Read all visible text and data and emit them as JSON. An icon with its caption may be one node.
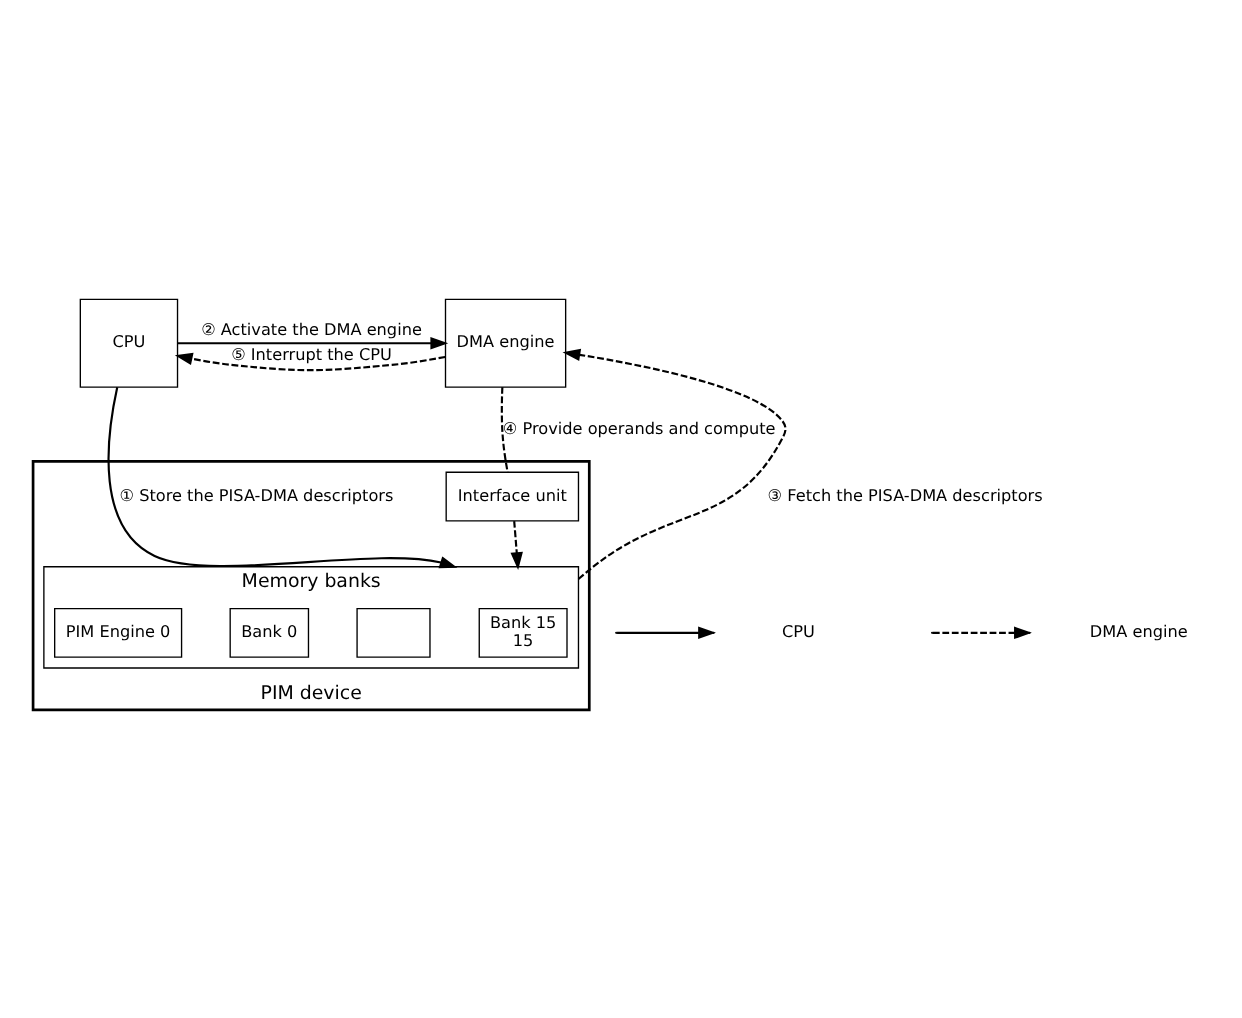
{
  "diagram": {
    "nodes": [
      {
        "text": [
          "CPU"
        ]
      },
      {
        "text": [
          "DMA engine"
        ]
      },
      {
        "text": [
          "PIM device"
        ]
      },
      {
        "text": [
          "Memory banks"
        ],
        "in": 2
      },
      {
        "text": [
          "Bank 15",
          "15"
        ],
        "in": 3
      },
      {
        "text": [],
        "shape": "box",
        "in": 3
      },
      {
        "text": [
          "Bank 0"
        ],
        "in": 3
      },
      {
        "text": [
          "PIM Engine 0"
        ],
        "in": 3
      },
      {
        "text": [
          "Interface unit"
        ],
        "in": 2
      }
    ],
    "edges": [
      {
        "from": 1,
        "to": 0,
        "arrow": "to",
        "style": "dashed",
        "label": "⑤ Interrupt the CPU"
      },
      {
        "from": 0,
        "to": 1,
        "arrow": "to",
        "label": "② Activate the DMA engine"
      },
      {
        "from": 0,
        "to": 3,
        "arrow": "to",
        "label": "① Store the PISA-DMA descriptors"
      },
      {
        "from": 3,
        "to": 1,
        "arrow": "to",
        "style": "dashed",
        "label": "③ Fetch the PISA-DMA descriptors"
      },
      {
        "from": 1,
        "to": 8,
        "arrow": "none",
        "style": "dashed",
        "label": "④ Provide operands and compute"
      },
      {
        "from": 8,
        "to": 3,
        "arrow": "to",
        "style": "dashed"
      }
    ],
    "legend": [
      {
        "text": "CPU"
      },
      {
        "text": "DMA engine"
      }
    ]
  }
}
